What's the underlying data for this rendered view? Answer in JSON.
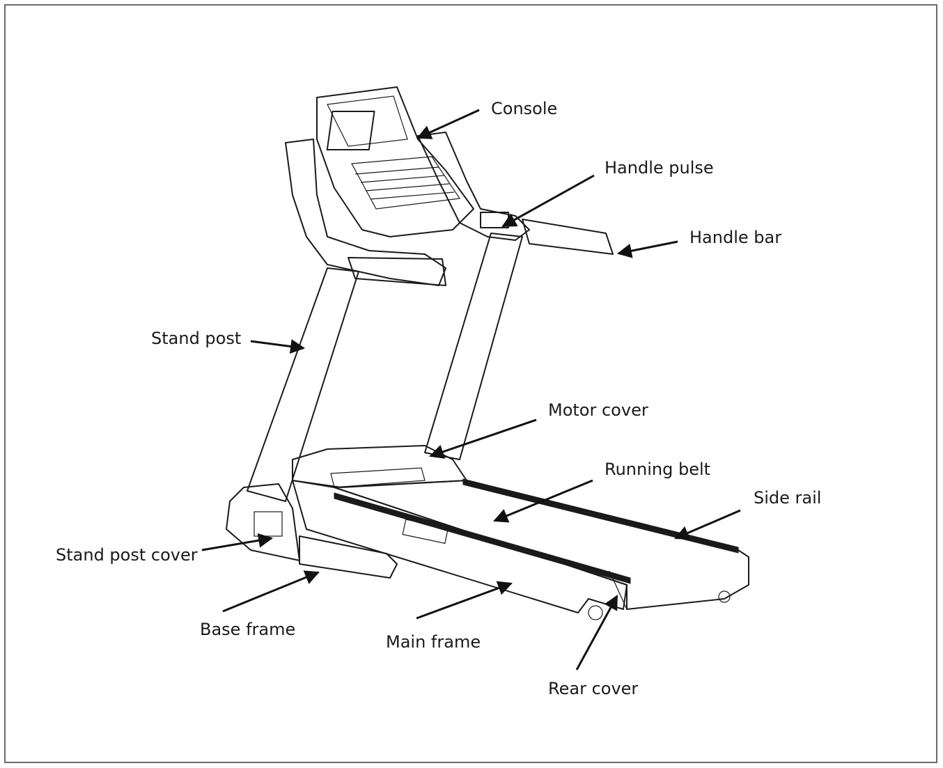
{
  "labels": {
    "console": "Console",
    "handle_pulse": "Handle pulse",
    "handle_bar": "Handle bar",
    "stand_post": "Stand post",
    "motor_cover": "Motor cover",
    "running_belt": "Running belt",
    "side_rail": "Side rail",
    "stand_post_cover": "Stand post cover",
    "base_frame": "Base frame",
    "main_frame": "Main frame",
    "rear_cover": "Rear cover"
  }
}
